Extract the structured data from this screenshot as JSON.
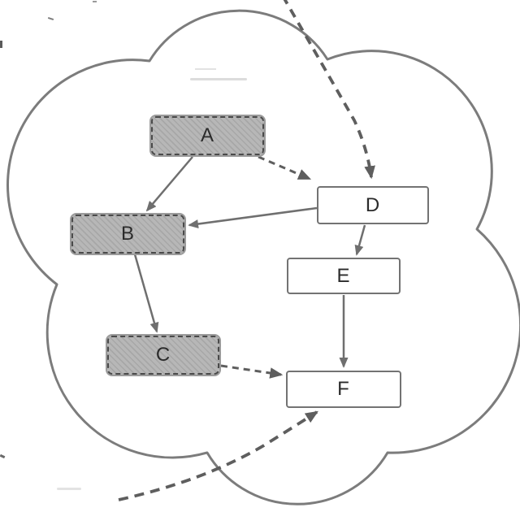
{
  "diagram": {
    "type": "flowchart",
    "description": "Cloud-shaped boundary containing six labeled boxes connected by solid and dashed arrows; two dashed curved arrows enter the cloud from outside (top into D, bottom-left into F)",
    "container": {
      "shape": "cloud"
    },
    "nodes": [
      {
        "id": "A",
        "label": "A",
        "variant": "hatched"
      },
      {
        "id": "B",
        "label": "B",
        "variant": "hatched"
      },
      {
        "id": "C",
        "label": "C",
        "variant": "hatched"
      },
      {
        "id": "D",
        "label": "D",
        "variant": "plain"
      },
      {
        "id": "E",
        "label": "E",
        "variant": "plain"
      },
      {
        "id": "F",
        "label": "F",
        "variant": "plain"
      }
    ],
    "edges": [
      {
        "from": "A",
        "to": "B",
        "line": "solid"
      },
      {
        "from": "A",
        "to": "D",
        "line": "dashed"
      },
      {
        "from": "D",
        "to": "B",
        "line": "solid"
      },
      {
        "from": "B",
        "to": "C",
        "line": "solid"
      },
      {
        "from": "D",
        "to": "E",
        "line": "solid"
      },
      {
        "from": "E",
        "to": "F",
        "line": "solid"
      },
      {
        "from": "C",
        "to": "F",
        "line": "dashed"
      },
      {
        "from": "outside-top",
        "to": "D",
        "line": "dashed-curved"
      },
      {
        "from": "outside-bottom-left",
        "to": "F",
        "line": "dashed-curved"
      }
    ],
    "colors": {
      "node_fill_hatched": "#b4b4b4",
      "node_border_hatched": "#4a4a4a",
      "node_fill_plain": "#ffffff",
      "node_border_plain": "#737373",
      "arrow": "#6f6f6f",
      "dashed_arrow": "#5e5e5e",
      "cloud_outline": "#7c7c7c",
      "label_text": "#2b2b2b",
      "background": "#ffffff"
    }
  }
}
